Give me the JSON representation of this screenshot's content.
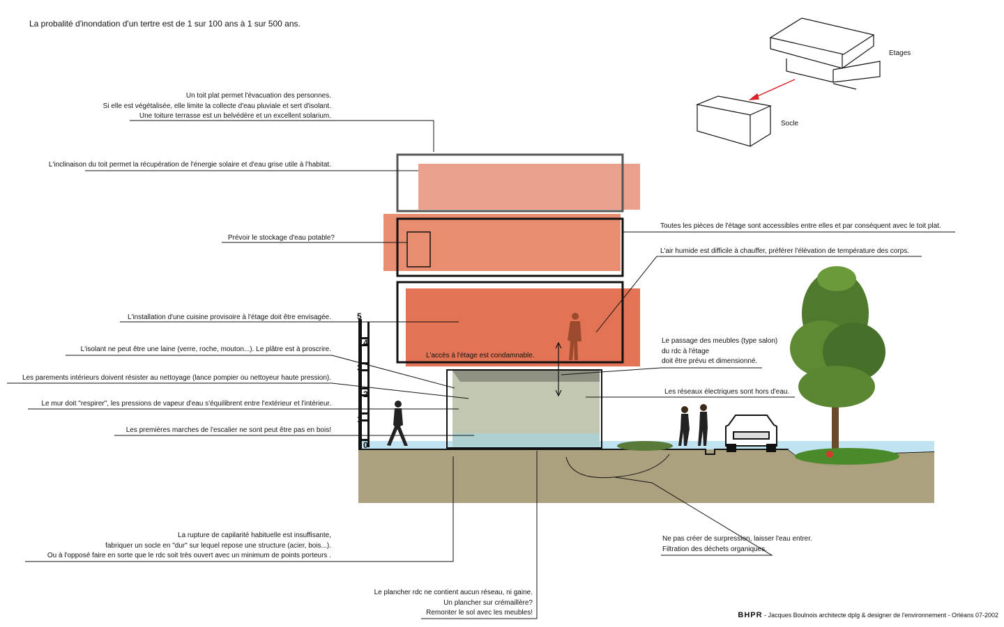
{
  "title": "La probalité d'inondation d'un tertre est de 1 sur 100 ans à 1 sur 500 ans.",
  "sketch_labels": {
    "etages": "Etages",
    "socle": "Socle"
  },
  "annotations": {
    "toit_plat": [
      "Un toit plat permet l'évacuation des personnes.",
      "Si elle est végétalisée, elle limite la collecte d'eau pluviale et sert d'isolant.",
      "Une toiture terrasse est un belvédère et un excellent solarium."
    ],
    "inclinaison": "L'inclinaison du toit permet la récupération de l'énergie solaire et d'eau grise utile à l'habitat.",
    "stockage": "Prévoir le stockage d'eau potable?",
    "cuisine": "L'installation d'une cuisine provisoire à l'étage doit être envisagée.",
    "isolant": "L'isolant ne peut être une laine (verre, roche, mouton...). Le plâtre est à proscrire.",
    "parements": "Les parements intérieurs doivent résister au nettoyage (lance pompier ou nettoyeur haute pression).",
    "mur": "Le mur doit \"respirer\", les pressions de vapeur d'eau s'équilibrent entre l'extérieur et l'intérieur.",
    "marches": "Les premières marches de l'escalier ne sont peut être pas en bois!",
    "pieces": "Toutes les pièces de l'étage sont accessibles entre elles et par conséquent avec le toit plat.",
    "air": "L'air humide est difficile à chauffer, préférer l'élévation de température des corps.",
    "meubles": [
      "Le passage des meubles (type salon)",
      "du rdc à l'étage",
      "doit être prévu et dimensionné."
    ],
    "reseaux": "Les réseaux électriques sont hors d'eau.",
    "acces": "L'accès à l'étage est condamnable.",
    "capillarite": [
      "La rupture de capilarité habituelle est insuffisante,",
      "fabriquer un socle en \"dur\" sur lequel repose une structure (acier, bois...).",
      "Ou à l'opposé faire en sorte que le rdc soit très ouvert avec un minimum de points porteurs ."
    ],
    "plancher": [
      "Le plancher rdc ne contient aucun réseau, ni gaine.",
      "Un plancher sur crémaillère?",
      "Remonter le sol avec les meubles!"
    ],
    "surpression": [
      "Ne pas créer de surpression, laisser l'eau entrer.",
      "Filtration des déchets organiques."
    ]
  },
  "scale_labels": [
    "5",
    "4",
    "3",
    "2",
    "1",
    "0"
  ],
  "credit": {
    "brand": "BHPR",
    "text": " - Jacques Boulnois architecte dplg & designer de l'environnement - Orléans 07-2002"
  },
  "colors": {
    "floor_top": "#e9a08c",
    "floor_mid": "#e88d70",
    "floor_low": "#e27455",
    "ground": "#aca17e",
    "water": "#bfe3f0",
    "rdc_fill": "#c1c7b0",
    "arrow_red": "#d9232d"
  }
}
